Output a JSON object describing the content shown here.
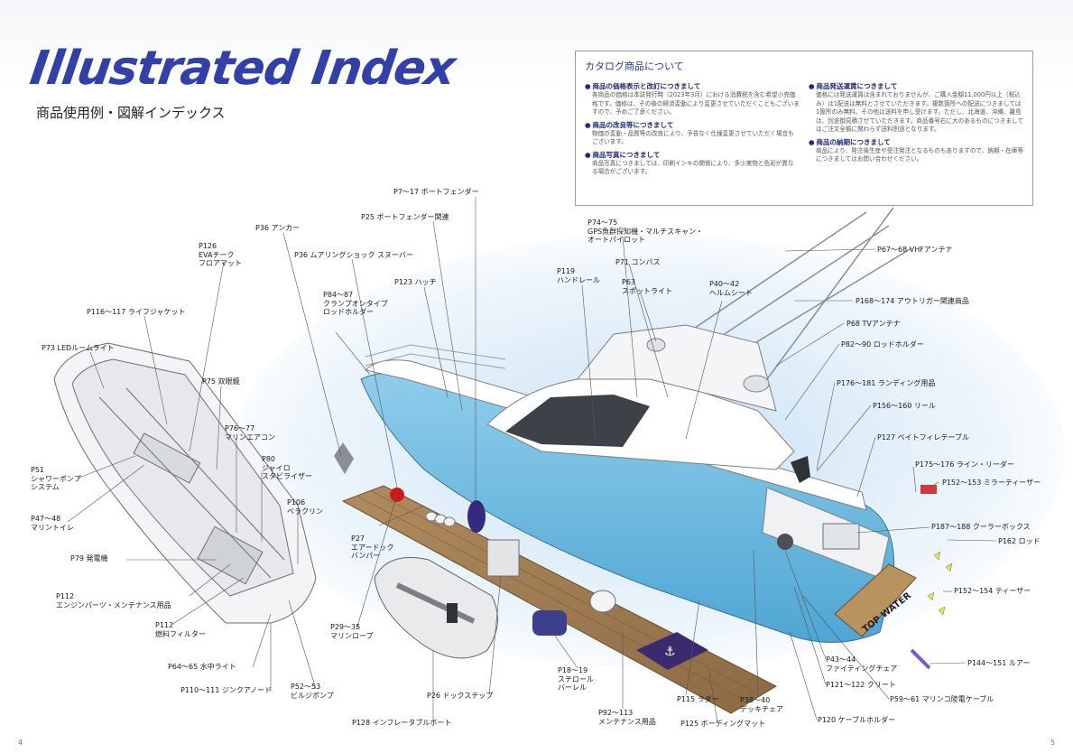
{
  "title": "Illustrated Index",
  "subtitle": "商品使用例・図解インデックス",
  "info": {
    "title": "カタログ商品について",
    "left": [
      {
        "head": "商品の価格表示と改訂につきまして",
        "text": "各商品の価格は本誌発行時（2023年3月）における消費税を含む希望小売価格です。価格は、その後の経済変動により変更させていただくこともございますので、予めご了承ください。"
      },
      {
        "head": "商品の改良等につきまして",
        "text": "物価の変動・品質等の改良により、予告なく仕様変更させていただく場合もございます。"
      },
      {
        "head": "商品写真につきまして",
        "text": "商品写真につきましては、印刷インキの関係により、多少実物と色彩が異なる場合がございます。"
      }
    ],
    "right": [
      {
        "head": "商品発送運賃につきまして",
        "text": "価格には発送運賃は含まれておりませんが、ご購入金額11,000円以上（税込み）は1配送は無料とさせていただきます。複数箇所への配送につきましては1箇所のみ無料、その他は送料を申し受けます。ただし、北海道、沖縄、離島は、別途御見積させていただきます。商品番号右に大のあるものにつきましてはご注文全額に関わらず送料別途となります。"
      },
      {
        "head": "商品の納期につきまして",
        "text": "商品により、発注後生産や受注発注となるものもありますので、納期・在庫等につきましてはお問い合わせください。"
      }
    ]
  },
  "labels": {
    "l1": [
      "P7〜17 ボートフェンダー"
    ],
    "l2": [
      "P25 ボートフェンダー関連"
    ],
    "l3": [
      "P36 アンカー"
    ],
    "l4": [
      "P126",
      "EVAチーク",
      "フロアマット"
    ],
    "l5": [
      "P36 ムアリングショック スヌーバー"
    ],
    "l6": [
      "P123 ハッチ"
    ],
    "l7": [
      "P84〜87",
      "クランプオンタイプ",
      "ロッドホルダー"
    ],
    "l8": [
      "P116〜117 ライフジャケット"
    ],
    "l9": [
      "P73 LEDルームライト"
    ],
    "l10": [
      "P75 双眼鏡"
    ],
    "l11": [
      "P76〜77",
      "マリンエアコン"
    ],
    "l12": [
      "P80",
      "ジャイロ",
      "スタビライザー"
    ],
    "l13": [
      "P51",
      "シャワーポンプ",
      "システム"
    ],
    "l14": [
      "P106",
      "ベラクリン"
    ],
    "l15": [
      "P47〜48",
      "マリントイレ"
    ],
    "l16": [
      "P79 発電機"
    ],
    "l17": [
      "P112",
      "エンジンパーツ・メンテナンス用品"
    ],
    "l18": [
      "P112",
      "燃料フィルター"
    ],
    "l19": [
      "P64〜65 水中ライト"
    ],
    "l20": [
      "P110〜111 ジンクアノード"
    ],
    "l21": [
      "P52〜53",
      "ビルジポンプ"
    ],
    "l22": [
      "P27",
      "エアードック",
      "バンパー"
    ],
    "l23": [
      "P29〜35",
      "マリンロープ"
    ],
    "l24": [
      "P26 ドックステップ"
    ],
    "l25": [
      "P128 インフレータブルボート"
    ],
    "l26": [
      "P74〜75",
      "GPS魚群探知機・マルチスキャン・",
      "オートパイロット"
    ],
    "l27": [
      "P71 コンパス"
    ],
    "l28": [
      "P119",
      "ハンドレール"
    ],
    "l29": [
      "P63",
      "スポットライト"
    ],
    "l30": [
      "P40〜42",
      "ヘルムシート"
    ],
    "l31": [
      "P67〜68 VHFアンテナ"
    ],
    "l32": [
      "P168〜174 アウトリガー関連商品"
    ],
    "l33": [
      "P68 TVアンテナ"
    ],
    "l34": [
      "P82〜90 ロッドホルダー"
    ],
    "l35": [
      "P176〜181 ランディング用品"
    ],
    "l36": [
      "P156〜160 リール"
    ],
    "l37": [
      "P127 ベイトフィレテーブル"
    ],
    "l38": [
      "P175〜176 ライン・リーダー"
    ],
    "l39": [
      "P152〜153 ミラーティーザー"
    ],
    "l40": [
      "P187〜188 クーラーボックス"
    ],
    "l41": [
      "P162 ロッド"
    ],
    "l42": [
      "P152〜154 ティーザー"
    ],
    "l43": [
      "P144〜151 ルアー"
    ],
    "l44": [
      "P43〜44",
      "ファイティングチェア"
    ],
    "l45": [
      "P121〜122 クリート"
    ],
    "l46": [
      "P59〜61 マリンコ陸電ケーブル"
    ],
    "l47": [
      "P120 ケーブルホルダー"
    ],
    "l48": [
      "P38〜40",
      "デッキチェア"
    ],
    "l49": [
      "P125 ボーディングマット"
    ],
    "l50": [
      "P115 ラダー"
    ],
    "l51": [
      "P92〜113",
      "メンテナンス用品"
    ],
    "l52": [
      "P18〜19",
      "スチロール",
      "バーレル"
    ]
  },
  "stern_text": "TOP WATER",
  "page_left": "4",
  "page_right": "5"
}
